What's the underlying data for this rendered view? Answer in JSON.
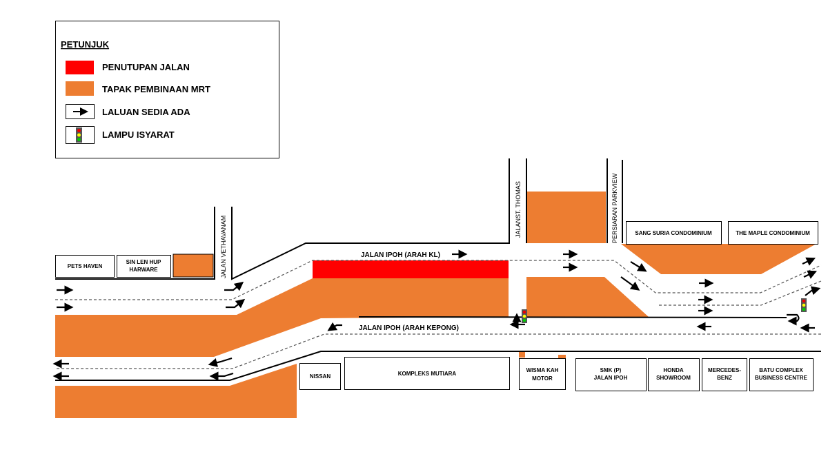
{
  "colors": {
    "closure": "#ff0000",
    "construction": "#ed7d31",
    "line": "#000000"
  },
  "legend": {
    "title": "PETUNJUK",
    "items": [
      {
        "label": "PENUTUPAN JALAN",
        "icon": "red-swatch"
      },
      {
        "label": "TAPAK PEMBINAAN MRT",
        "icon": "orange-swatch"
      },
      {
        "label": "LALUAN  SEDIA ADA",
        "icon": "arrow-right-icon"
      },
      {
        "label": "LAMPU ISYARAT",
        "icon": "traffic-light-icon"
      }
    ]
  },
  "roads": {
    "ipoh_kl": "JALAN IPOH (ARAH KL)",
    "ipoh_kepong": "JALAN IPOH (ARAH KEPONG)",
    "vethavanam": "JALAN VETHAVANAM",
    "st_thomas": "JALANST. THOMAS",
    "parkview": "PERSIARAN PARKVIEW"
  },
  "buildings": {
    "pets_haven": "PETS HAVEN",
    "sin_len_hup": [
      "SIN LEN HUP",
      "HARWARE"
    ],
    "sang_suria": "SANG SURIA CONDOMINIUM",
    "maple": "THE MAPLE CONDOMINIUM",
    "nissan": "NISSAN",
    "mutiara": "KOMPLEKS MUTIARA",
    "wisma": [
      "WISMA KAH",
      "MOTOR"
    ],
    "smk": [
      "SMK (P)",
      "JALAN IPOH"
    ],
    "honda": [
      "HONDA",
      "SHOWROOM"
    ],
    "mercedes": [
      "MERCEDES-",
      "BENZ"
    ],
    "batu": [
      "BATU COMPLEX",
      "BUSINESS CENTRE"
    ]
  }
}
